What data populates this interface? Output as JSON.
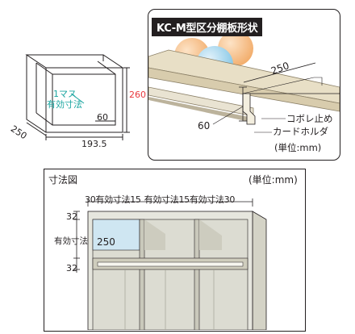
{
  "cube": {
    "label_line1": "1マス",
    "label_line2": "有効寸法",
    "height": "260",
    "depth": "250",
    "width": "193.5",
    "inner": "60"
  },
  "detail": {
    "title": "KC-M型区分棚板形状",
    "dim_depth": "250",
    "dim_front": "60",
    "label_lip": "コボレ止め",
    "label_holder": "カードホルダ",
    "unit": "(単位:mm)"
  },
  "dims": {
    "title": "寸法図",
    "unit": "(単位:mm)",
    "seg_1": "30",
    "seg_2": "有効寸法",
    "seg_3": "15",
    "seg_4": "有効寸法",
    "seg_5": "15",
    "seg_6": "有効寸法",
    "seg_7": "30",
    "top_gap": "32",
    "side_label": "有効寸法",
    "cell_value": "250",
    "bottom_gap": "32"
  },
  "colors": {
    "accent": "#1aa5a0",
    "height_red": "#e8383d",
    "shelf_beige": "#e8dfc6",
    "cell_blue": "#cfe6f2"
  }
}
